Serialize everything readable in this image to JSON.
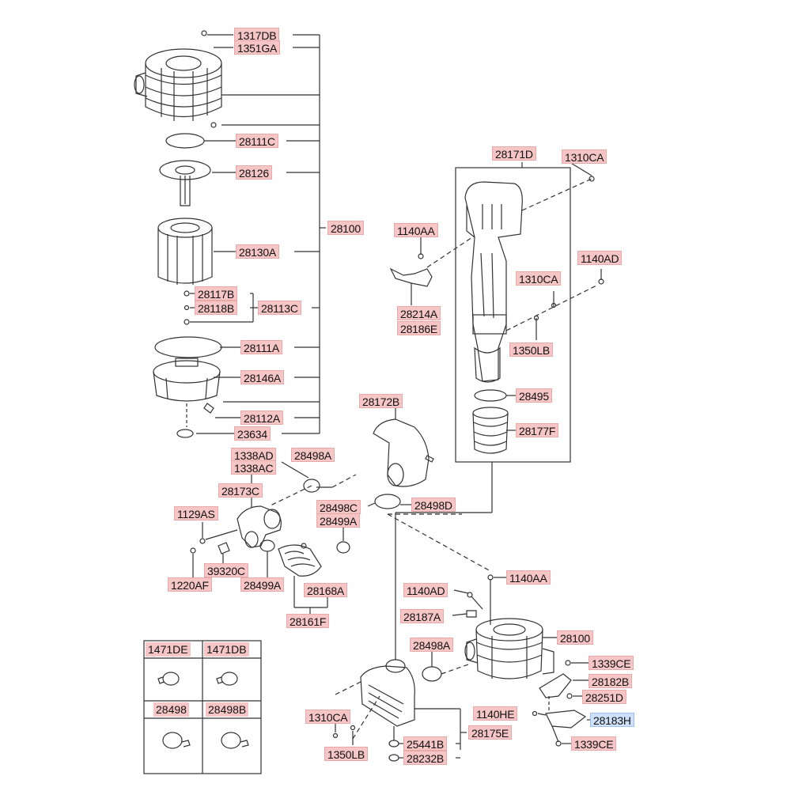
{
  "parts": {
    "p1317DB": "1317DB",
    "p1351GA": "1351GA",
    "p28111C": "28111C",
    "p28126": "28126",
    "p28100_top": "28100",
    "p28130A": "28130A",
    "p28117B": "28117B",
    "p28118B": "28118B",
    "p28113C": "28113C",
    "p28111A": "28111A",
    "p28146A": "28146A",
    "p28112A": "28112A",
    "p23634": "23634",
    "p28171D": "28171D",
    "p1310CA_a": "1310CA",
    "p1140AA_a": "1140AA",
    "p1140AD_a": "1140AD",
    "p1310CA_b": "1310CA",
    "p28214A": "28214A",
    "p28186E": "28186E",
    "p1350LB_a": "1350LB",
    "p28495": "28495",
    "p28177F": "28177F",
    "p28172B": "28172B",
    "p1338AD": "1338AD",
    "p1338AC": "1338AC",
    "p28498A_a": "28498A",
    "p28173C": "28173C",
    "p28498C": "28498C",
    "p28498D": "28498D",
    "p28499A_a": "28499A",
    "p1129AS": "1129AS",
    "p39320C": "39320C",
    "p1220AF": "1220AF",
    "p28499A_b": "28499A",
    "p28168A": "28168A",
    "p28161F": "28161F",
    "p1140AA_b": "1140AA",
    "p1140AD_b": "1140AD",
    "p28187A": "28187A",
    "p28100_bot": "28100",
    "p28498A_b": "28498A",
    "p1339CE_a": "1339CE",
    "p28182B": "28182B",
    "p28251D": "28251D",
    "p1140HE": "1140HE",
    "p28183H": "28183H",
    "p1339CE_b": "1339CE",
    "p1310CA_c": "1310CA",
    "p28175E": "28175E",
    "p25441B": "25441B",
    "p1350LB_b": "1350LB",
    "p28232B": "28232B"
  },
  "clamp_table": {
    "h1": "1471DE",
    "h2": "1471DB",
    "h3": "28498",
    "h4": "28498B"
  },
  "colors": {
    "label_bg": "#f6c5c5",
    "selected_bg": "#cfe1fa",
    "line": "#333333"
  }
}
